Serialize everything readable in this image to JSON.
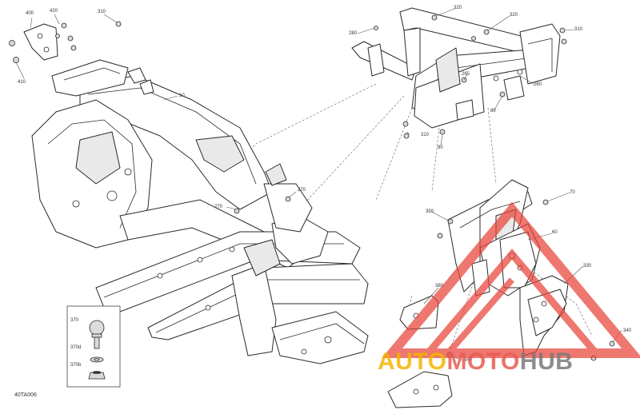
{
  "drawing": {
    "code": "40TA006",
    "callouts": {
      "c400": "400",
      "c420": "420",
      "c310a": "310",
      "c410": "410",
      "c10": "10",
      "c270a": "270",
      "c270b": "270",
      "c370": "370",
      "c370d": "370d",
      "c370b": "370b",
      "c320a": "320",
      "c320b": "320",
      "c280": "280",
      "c310b": "310",
      "c265": "265",
      "c260": "260",
      "c80a": "80",
      "c310c": "310",
      "c80b": "80",
      "c70": "70",
      "c350": "350",
      "c60": "60",
      "c330": "330",
      "c380": "380",
      "c340a": "340",
      "c340b": "340"
    }
  },
  "watermark": {
    "text_auto": "AUTO",
    "text_moto": "MOTO",
    "text_hub": "HUB",
    "color_auto": "#f4b400",
    "color_moto": "#e85b52",
    "color_hub": "#7a7a7a",
    "color_triangle": "#e8443a"
  }
}
